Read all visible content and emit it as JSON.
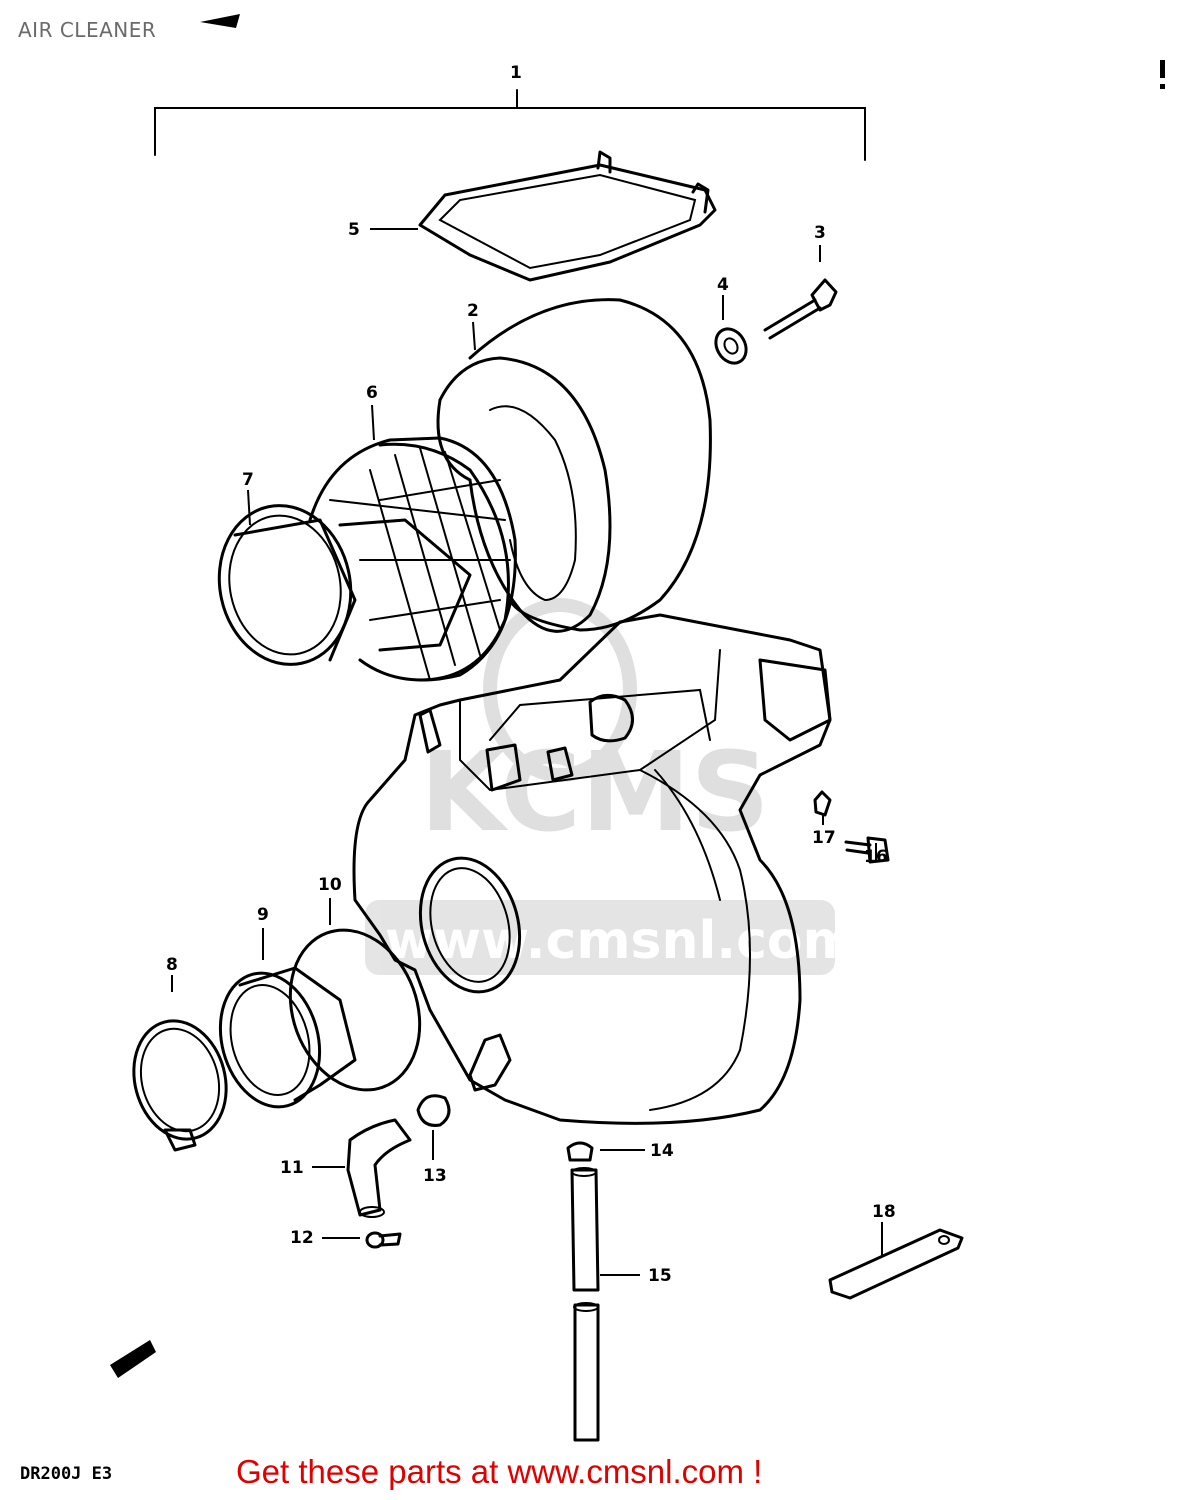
{
  "title": "AIR CLEANER",
  "footer": "Get these parts at www.cmsnl.com !",
  "model_code": "DR200J E3",
  "watermark": "www.cmsnl.com",
  "callouts": [
    "1",
    "2",
    "3",
    "4",
    "5",
    "6",
    "7",
    "8",
    "9",
    "10",
    "11",
    "12",
    "13",
    "14",
    "15",
    "16",
    "17",
    "18"
  ],
  "colors": {
    "footer_text": "#e00000",
    "line_art": "#000000",
    "watermark": "#d8d8d8",
    "title": "#6a6a6a"
  }
}
